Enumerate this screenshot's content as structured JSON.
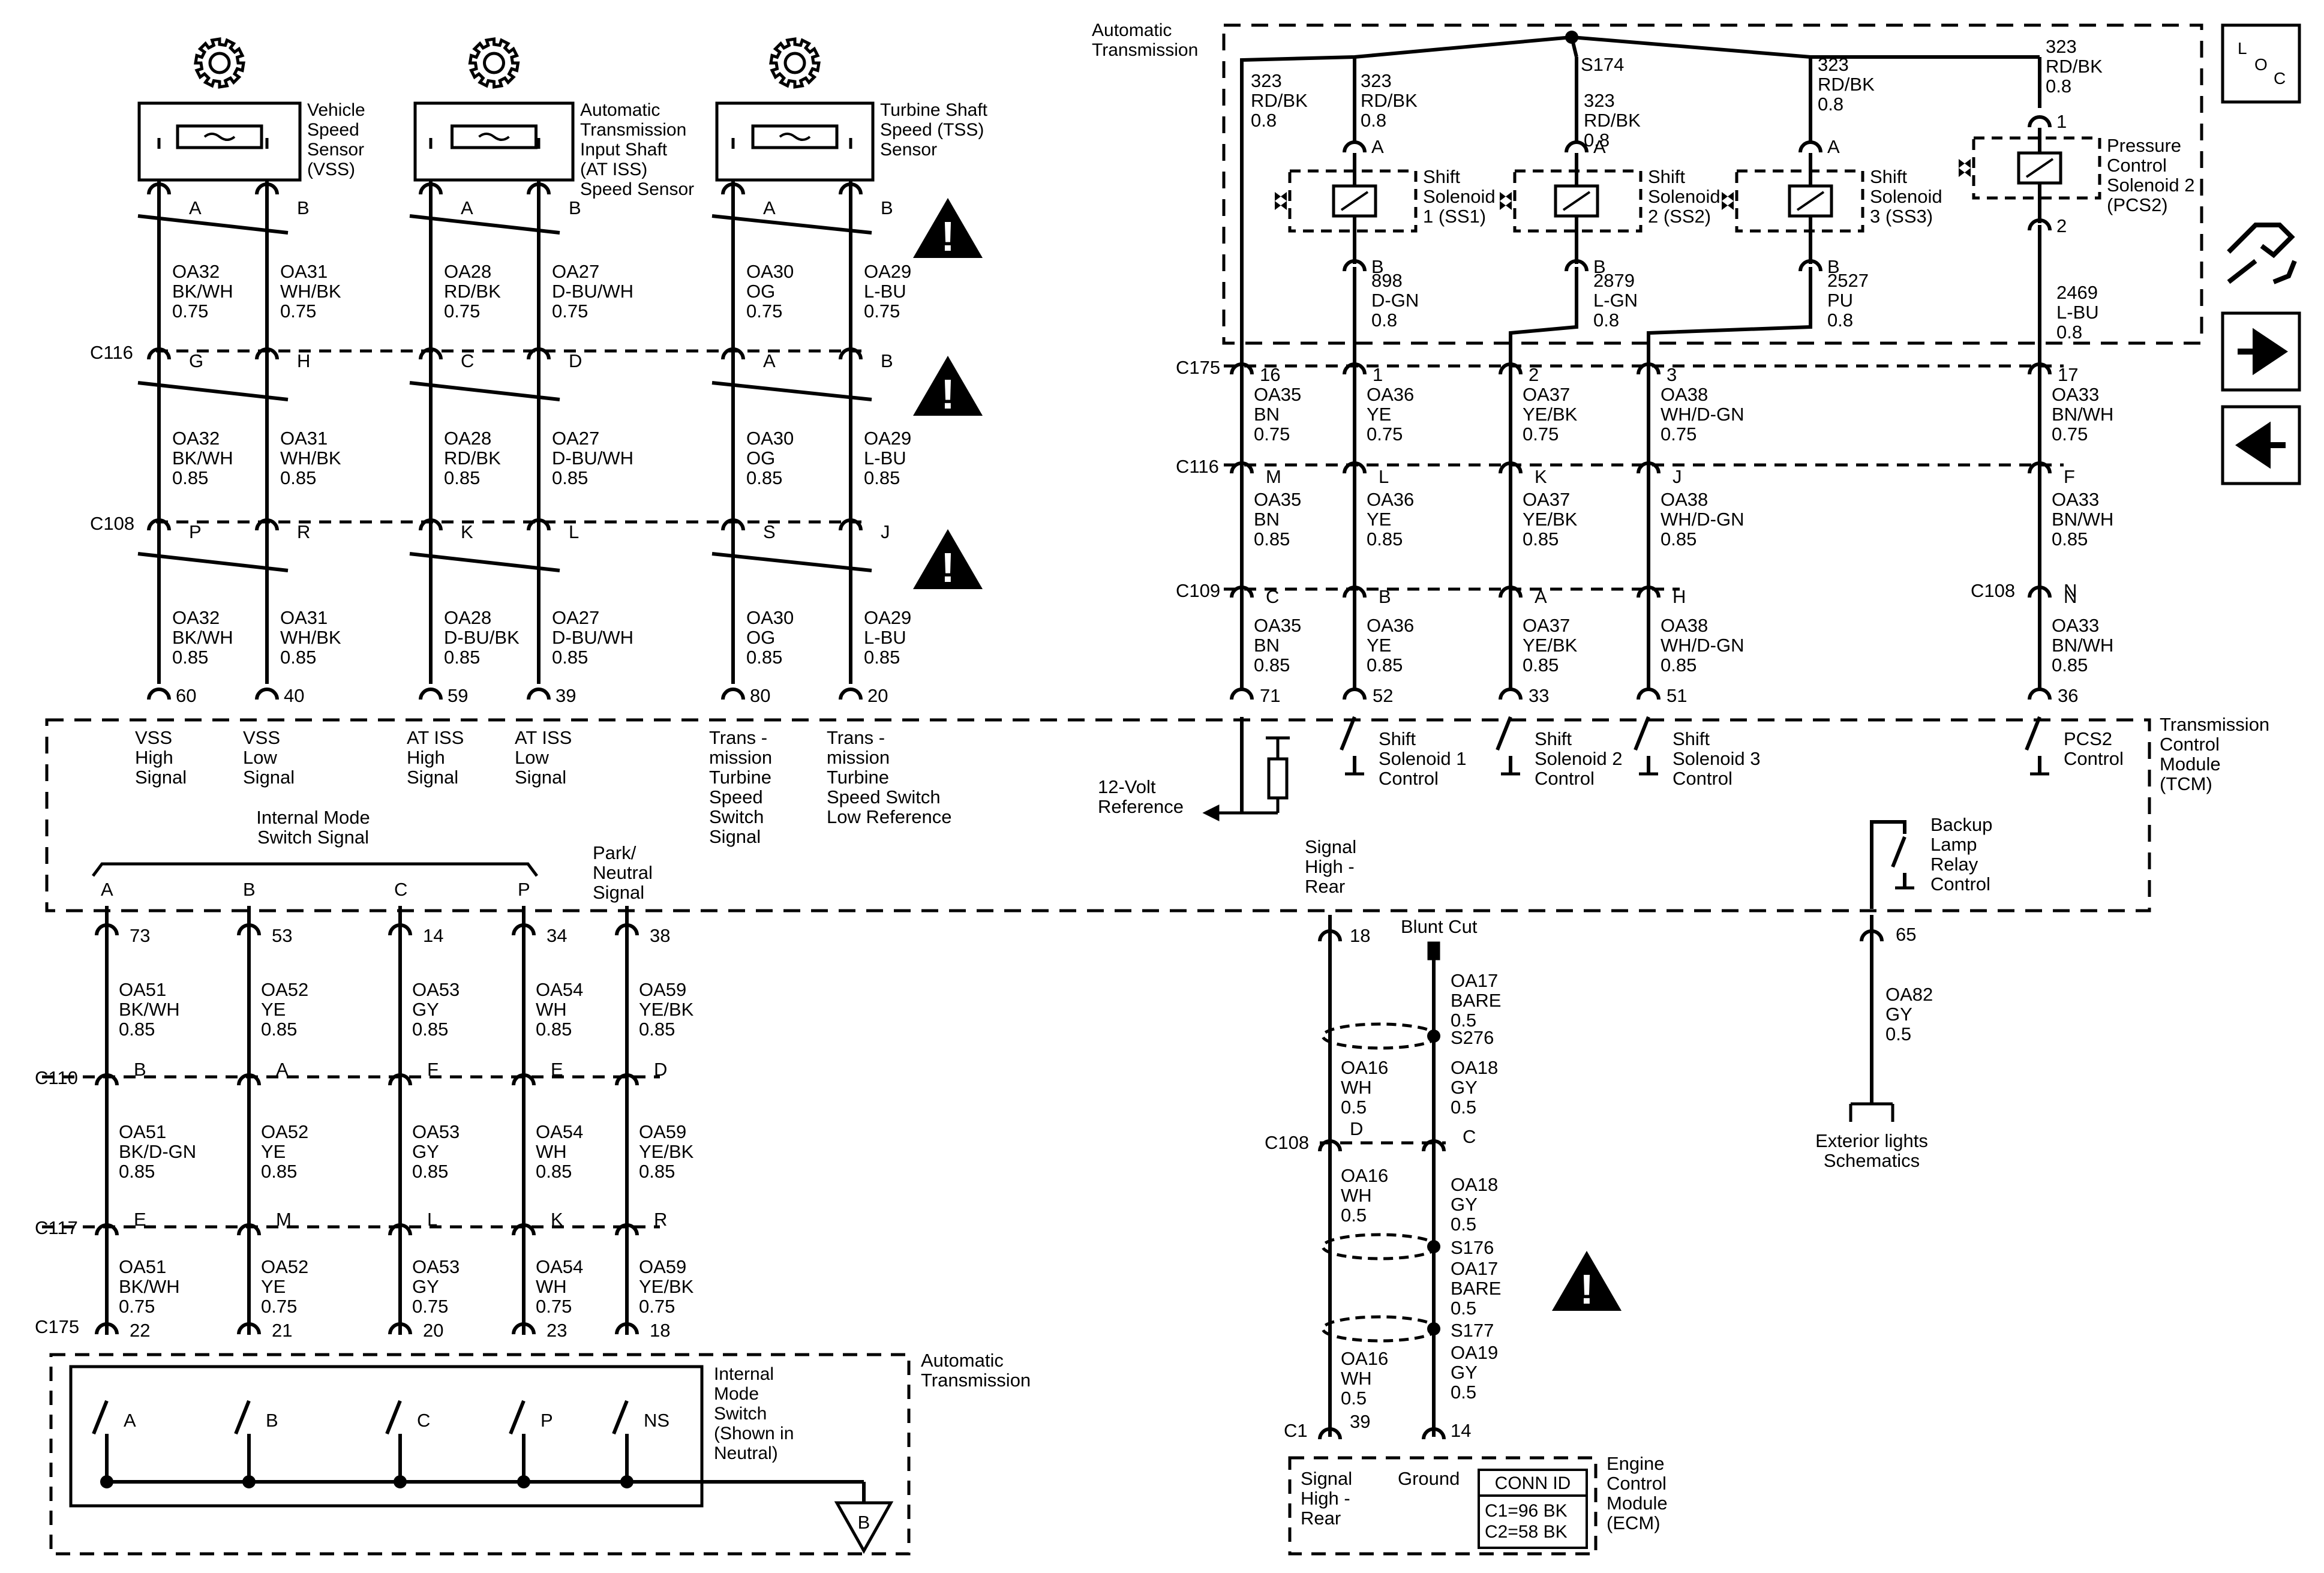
{
  "sensors": [
    {
      "gear": true,
      "label": [
        "Vehicle",
        "Speed",
        "Sensor",
        "(VSS)"
      ]
    },
    {
      "gear": true,
      "label": [
        "Automatic",
        "Transmission",
        "Input Shaft",
        "(AT ISS)",
        "Speed Sensor"
      ]
    },
    {
      "gear": true,
      "label": [
        "Turbine Shaft",
        "Speed (TSS)",
        "Sensor"
      ]
    }
  ],
  "sensor_wires": [
    {
      "pins": [
        "A",
        "G",
        "P",
        "60"
      ],
      "seg": [
        [
          "OA32",
          "BK/WH",
          "0.75"
        ],
        [
          "OA32",
          "BK/WH",
          "0.85"
        ],
        [
          "OA32",
          "BK/WH",
          "0.85"
        ]
      ],
      "signal": [
        "VSS",
        "High",
        "Signal"
      ]
    },
    {
      "pins": [
        "B",
        "H",
        "R",
        "40"
      ],
      "seg": [
        [
          "OA31",
          "WH/BK",
          "0.75"
        ],
        [
          "OA31",
          "WH/BK",
          "0.85"
        ],
        [
          "OA31",
          "WH/BK",
          "0.85"
        ]
      ],
      "signal": [
        "VSS",
        "Low",
        "Signal"
      ]
    },
    {
      "pins": [
        "A",
        "C",
        "K",
        "59"
      ],
      "seg": [
        [
          "OA28",
          "RD/BK",
          "0.75"
        ],
        [
          "OA28",
          "RD/BK",
          "0.85"
        ],
        [
          "OA28",
          "D-BU/BK",
          "0.85"
        ]
      ],
      "signal": [
        "AT ISS",
        "High",
        "Signal"
      ]
    },
    {
      "pins": [
        "B",
        "D",
        "L",
        "39"
      ],
      "seg": [
        [
          "OA27",
          "D-BU/WH",
          "0.75"
        ],
        [
          "OA27",
          "D-BU/WH",
          "0.85"
        ],
        [
          "OA27",
          "D-BU/WH",
          "0.85"
        ]
      ],
      "signal": [
        "AT ISS",
        "Low",
        "Signal"
      ]
    },
    {
      "pins": [
        "A",
        "A",
        "S",
        "80"
      ],
      "seg": [
        [
          "OA30",
          "OG",
          "0.75"
        ],
        [
          "OA30",
          "OG",
          "0.85"
        ],
        [
          "OA30",
          "OG",
          "0.85"
        ]
      ],
      "signal": [
        "Trans -",
        "mission",
        "Turbine",
        "Speed",
        "Switch",
        "Signal"
      ]
    },
    {
      "pins": [
        "B",
        "B",
        "J",
        "20"
      ],
      "seg": [
        [
          "OA29",
          "L-BU",
          "0.75"
        ],
        [
          "OA29",
          "L-BU",
          "0.85"
        ],
        [
          "OA29",
          "L-BU",
          "0.85"
        ]
      ],
      "signal": [
        "Trans -",
        "mission",
        "Turbine",
        "Speed Switch",
        "Low Reference"
      ]
    }
  ],
  "connectors_left": [
    "C116",
    "C108"
  ],
  "tcm": {
    "label": [
      "Transmission",
      "Control",
      "Module",
      "(TCM)"
    ]
  },
  "mode_switch": {
    "group_label": [
      "Internal Mode",
      "Switch Signal"
    ],
    "park_label": [
      "Park/",
      "Neutral",
      "Signal"
    ],
    "wires": [
      {
        "top": "A",
        "pin": "73",
        "seg": [
          [
            "OA51",
            "BK/WH",
            "0.85"
          ],
          [
            "OA51",
            "BK/D-GN",
            "0.85"
          ],
          [
            "OA51",
            "BK/WH",
            "0.75"
          ]
        ],
        "c110": "B",
        "c117": "E",
        "c175": "22",
        "sw": "A"
      },
      {
        "top": "B",
        "pin": "53",
        "seg": [
          [
            "OA52",
            "YE",
            "0.85"
          ],
          [
            "OA52",
            "YE",
            "0.85"
          ],
          [
            "OA52",
            "YE",
            "0.75"
          ]
        ],
        "c110": "A",
        "c117": "M",
        "c175": "21",
        "sw": "B"
      },
      {
        "top": "C",
        "pin": "14",
        "seg": [
          [
            "OA53",
            "GY",
            "0.85"
          ],
          [
            "OA53",
            "GY",
            "0.85"
          ],
          [
            "OA53",
            "GY",
            "0.75"
          ]
        ],
        "c110": "F",
        "c117": "L",
        "c175": "20",
        "sw": "C"
      },
      {
        "top": "P",
        "pin": "34",
        "seg": [
          [
            "OA54",
            "WH",
            "0.85"
          ],
          [
            "OA54",
            "WH",
            "0.85"
          ],
          [
            "OA54",
            "WH",
            "0.75"
          ]
        ],
        "c110": "E",
        "c117": "K",
        "c175": "23",
        "sw": "P"
      },
      {
        "top": "",
        "pin": "38",
        "seg": [
          [
            "OA59",
            "YE/BK",
            "0.85"
          ],
          [
            "OA59",
            "YE/BK",
            "0.85"
          ],
          [
            "OA59",
            "YE/BK",
            "0.75"
          ]
        ],
        "c110": "D",
        "c117": "R",
        "c175": "18",
        "sw": "NS"
      }
    ],
    "connectors": [
      "C110",
      "C117",
      "C175"
    ],
    "switch_label": [
      "Internal",
      "Mode",
      "Switch",
      "(Shown in",
      "Neutral)"
    ],
    "at_label": [
      "Automatic",
      "Transmission"
    ],
    "ground": "B"
  },
  "solenoids": {
    "at_label": [
      "Automatic",
      "Transmission"
    ],
    "splice": "S174",
    "feeds": [
      [
        "323",
        "RD/BK",
        "0.8"
      ],
      [
        "323",
        "RD/BK",
        "0.8"
      ],
      [
        "323",
        "RD/BK",
        "0.8"
      ],
      [
        "323",
        "RD/BK",
        "0.8"
      ],
      [
        "323",
        "RD/BK",
        "0.8"
      ]
    ],
    "units": [
      {
        "in": "A",
        "out": "B",
        "label": [
          "Shift",
          "Solenoid",
          "1 (SS1)"
        ],
        "wire": [
          "898",
          "D-GN",
          "0.8"
        ]
      },
      {
        "in": "A",
        "out": "B",
        "label": [
          "Shift",
          "Solenoid",
          "2 (SS2)"
        ],
        "wire": [
          "2879",
          "L-GN",
          "0.8"
        ]
      },
      {
        "in": "A",
        "out": "B",
        "label": [
          "Shift",
          "Solenoid",
          "3 (SS3)"
        ],
        "wire": [
          "2527",
          "PU",
          "0.8"
        ]
      },
      {
        "in": "1",
        "out": "2",
        "label": [
          "Pressure",
          "Control",
          "Solenoid 2",
          "(PCS2)"
        ],
        "wire": [
          "2469",
          "L-BU",
          "0.8"
        ]
      }
    ],
    "harness": [
      {
        "c175": "16",
        "c116": "M",
        "c109": "C",
        "pin": "71",
        "seg": [
          [
            "OA35",
            "BN",
            "0.75"
          ],
          [
            "OA35",
            "BN",
            "0.85"
          ],
          [
            "OA35",
            "BN",
            "0.85"
          ]
        ]
      },
      {
        "c175": "1",
        "c116": "L",
        "c109": "B",
        "pin": "52",
        "seg": [
          [
            "OA36",
            "YE",
            "0.75"
          ],
          [
            "OA36",
            "YE",
            "0.85"
          ],
          [
            "OA36",
            "YE",
            "0.85"
          ]
        ],
        "ctrl": [
          "Shift",
          "Solenoid 1",
          "Control"
        ]
      },
      {
        "c175": "2",
        "c116": "K",
        "c109": "A",
        "pin": "33",
        "seg": [
          [
            "OA37",
            "YE/BK",
            "0.75"
          ],
          [
            "OA37",
            "YE/BK",
            "0.85"
          ],
          [
            "OA37",
            "YE/BK",
            "0.85"
          ]
        ],
        "ctrl": [
          "Shift",
          "Solenoid 2",
          "Control"
        ]
      },
      {
        "c175": "3",
        "c116": "J",
        "c109": "H",
        "pin": "51",
        "seg": [
          [
            "OA38",
            "WH/D-GN",
            "0.75"
          ],
          [
            "OA38",
            "WH/D-GN",
            "0.85"
          ],
          [
            "OA38",
            "WH/D-GN",
            "0.85"
          ]
        ],
        "ctrl": [
          "Shift",
          "Solenoid 3",
          "Control"
        ]
      },
      {
        "c175": "17",
        "c116": "F",
        "c109": "N",
        "pin": "36",
        "seg": [
          [
            "OA33",
            "BN/WH",
            "0.75"
          ],
          [
            "OA33",
            "BN/WH",
            "0.85"
          ],
          [
            "OA33",
            "BN/WH",
            "0.85"
          ]
        ],
        "ctrl": [
          "PCS2",
          "Control"
        ]
      }
    ],
    "conn": [
      "C175",
      "C116",
      "C109",
      "C108"
    ],
    "ref_label": [
      "12-Volt",
      "Reference"
    ]
  },
  "ecm_link": {
    "signal_label": [
      "Signal",
      "High -",
      "Rear"
    ],
    "pin_tcm": "18",
    "blunt": "Blunt Cut",
    "left_segs": [
      [
        "OA16",
        "WH",
        "0.5"
      ],
      [
        "OA16",
        "WH",
        "0.5"
      ],
      [
        "OA16",
        "WH",
        "0.5"
      ]
    ],
    "right_segs": [
      [
        "OA17",
        "BARE",
        "0.5"
      ],
      [
        "OA18",
        "GY",
        "0.5"
      ],
      [
        "OA18",
        "GY",
        "0.5"
      ],
      [
        "OA17",
        "BARE",
        "0.5"
      ],
      [
        "OA19",
        "GY",
        "0.5"
      ]
    ],
    "splices": [
      "S276",
      "S176",
      "S177"
    ],
    "c108": [
      "D",
      "C"
    ],
    "c1": [
      "C1",
      "39",
      "14"
    ],
    "ecm_pins": [
      [
        "Signal",
        "High -",
        "Rear"
      ],
      [
        "Ground"
      ]
    ],
    "conn_id": [
      "CONN ID",
      "C1=96 BK",
      "C2=58 BK"
    ],
    "ecm_label": [
      "Engine",
      "Control",
      "Module",
      "(ECM)"
    ]
  },
  "backup": {
    "label": [
      "Backup",
      "Lamp",
      "Relay",
      "Control"
    ],
    "pin": "65",
    "wire": [
      "OA82",
      "GY",
      "0.5"
    ],
    "ref": [
      "Exterior lights",
      "Schematics"
    ]
  },
  "loc": {
    "l": "L",
    "o": "O",
    "c": "C"
  }
}
